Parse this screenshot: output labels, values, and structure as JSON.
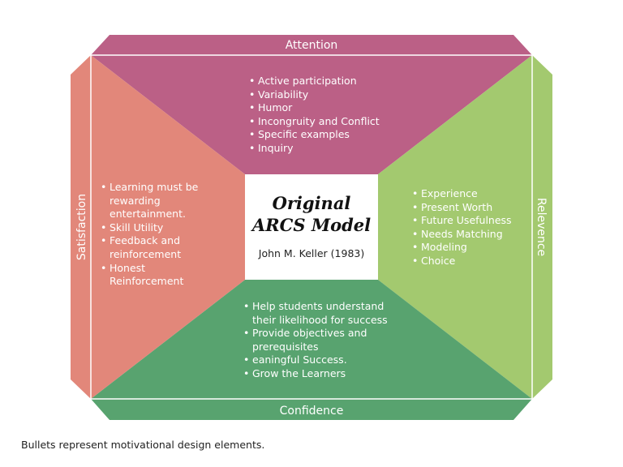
{
  "center": {
    "title": "Original ARCS Model",
    "author": "John M. Keller (1983)"
  },
  "sections": {
    "attention": {
      "label": "Attention",
      "color": "#bb6086",
      "items": [
        "Active participation",
        "Variability",
        "Humor",
        "Incongruity and Conflict",
        "Specific examples",
        "Inquiry"
      ]
    },
    "relevance": {
      "label": "Relevence",
      "color": "#a3c96f",
      "items": [
        "Experience",
        "Present Worth",
        "Future Usefulness",
        "Needs Matching",
        "Modeling",
        "Choice"
      ]
    },
    "confidence": {
      "label": "Confidence",
      "color": "#58a36f",
      "items": [
        "Help students understand their likelihood for success",
        "Provide objectives and prerequisites",
        "eaningful Success.",
        "Grow the Learners"
      ]
    },
    "satisfaction": {
      "label": "Satisfaction",
      "color": "#e2877a",
      "items": [
        "Learning must be rewarding entertainment.",
        " Skill Utility",
        "Feedback and reinforcement",
        " Honest Reinforcement"
      ]
    }
  },
  "footnote": "Bullets represent motivational design elements."
}
